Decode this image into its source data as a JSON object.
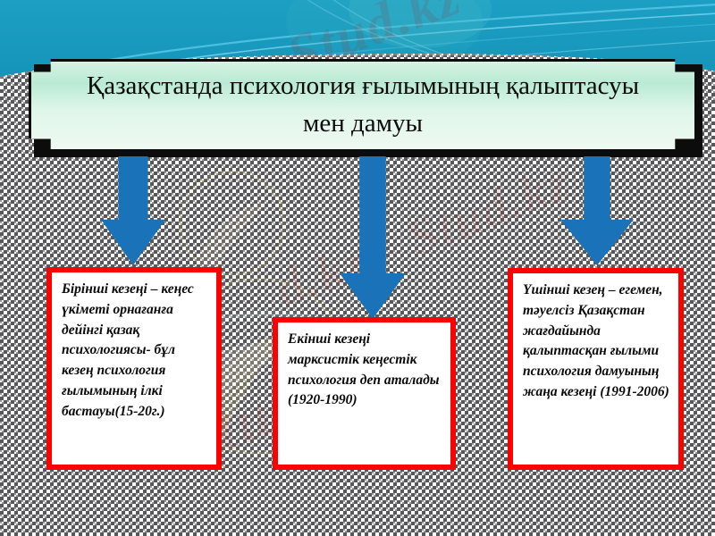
{
  "slide": {
    "title": "Қазақстанда психология ғылымының қалыптасуы мен дамуы",
    "background_top_color": "#0f8fb2",
    "texture_color": "#58585a",
    "banner_fill": "#cdeede",
    "banner_border": "#0c0c0c",
    "arrow_color": "#1a72b8",
    "box_border_color": "#ff0000",
    "box_fill_color": "#ffffff"
  },
  "watermark": {
    "top": "Stud.kz",
    "middle": "d.kz - Stud.kz",
    "bottom": "Stud.kz - S"
  },
  "arrows": [
    {
      "name": "arrow-to-stage-one",
      "label": "down-arrow"
    },
    {
      "name": "arrow-to-stage-two",
      "label": "down-arrow"
    },
    {
      "name": "arrow-to-stage-three",
      "label": "down-arrow"
    }
  ],
  "stages": [
    {
      "id": "stage-one",
      "text": "Бірінші кезеңі – кеңес үкіметі орнағанға дейінгі қазақ психологиясы- бұл кезең психология ғылымының ілкі бастауы(15-20г.)"
    },
    {
      "id": "stage-two",
      "text": "Екінші кезеңі марксистік кеңестік психология деп аталады (1920-1990)"
    },
    {
      "id": "stage-three",
      "text": "Үшінші кезең – егемен, тәуелсіз Қазақстан жағдайында қалыптасқан ғылыми психология дамуының жаңа кезеңі (1991-2006)"
    }
  ]
}
